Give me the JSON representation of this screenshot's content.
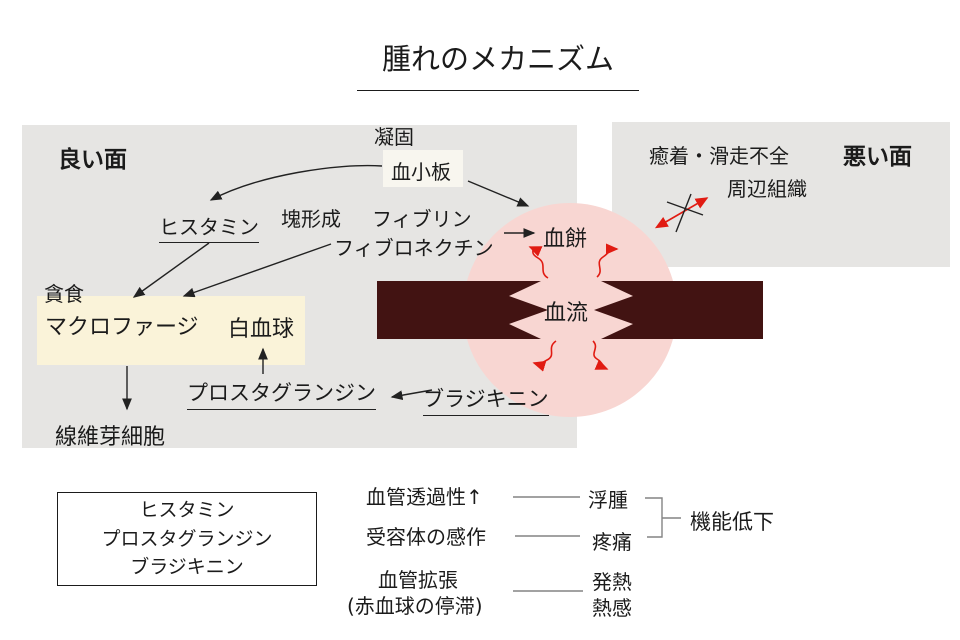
{
  "title": "腫れのメカニズム",
  "good_side": {
    "heading": "良い面",
    "coagulation": "凝固",
    "platelet": "血小板",
    "histamine": "ヒスタミン",
    "mass_formation": "塊形成",
    "fibrin": "フィブリン",
    "fibronectin": "フィブロネクチン",
    "blood_clot": "血餅",
    "phagocytosis": "貪食",
    "macrophage": "マクロファージ",
    "white_blood_cell": "白血球",
    "prostaglandin": "プロスタグランジン",
    "bradykinin": "ブラジキニン",
    "fibroblast": "線維芽細胞"
  },
  "bad_side": {
    "heading": "悪い面",
    "adhesion_dysfunction": "癒着・滑走不全",
    "surrounding_tissue": "周辺組織"
  },
  "vessel": {
    "blood_flow_label": "血流"
  },
  "mediator_box": {
    "items": [
      "ヒスタミン",
      "プロスタグランジン",
      "ブラジキニン"
    ]
  },
  "effects": {
    "row1": {
      "cause": "血管透過性↑",
      "result": "浮腫"
    },
    "row2": {
      "cause": "受容体の感作",
      "result": "疼痛"
    },
    "row3": {
      "cause": "血管拡張",
      "cause_note": "(赤血球の停滞)",
      "result_line1": "発熱",
      "result_line2": "熱感"
    },
    "combined_result": "機能低下"
  },
  "colors": {
    "panel_gray": "#e6e5e3",
    "vessel_dark": "#421312",
    "inflammation_pink": "#f8d6d2",
    "cell_box_cream": "#faf3d9",
    "platelet_box": "#f8f6ef",
    "arrow_red": "#e11b12",
    "text": "#1b1b1b",
    "connector_gray": "#848484"
  }
}
